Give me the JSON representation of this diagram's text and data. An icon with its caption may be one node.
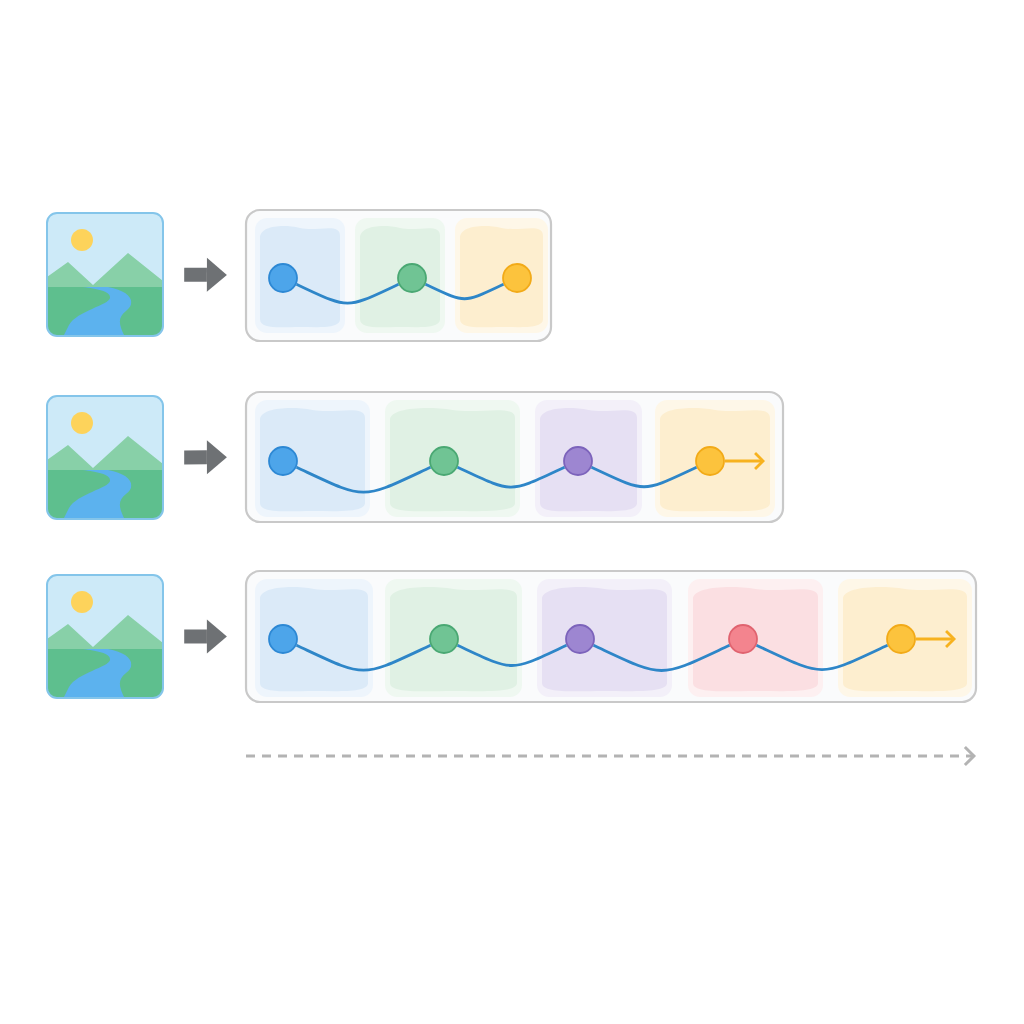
{
  "diagram": {
    "nodes": [
      {
        "text": [],
        "shape": "picture"
      },
      {
        "text": [],
        "shape": "box"
      },
      {
        "text": [],
        "shape": "box",
        "in": 1
      },
      {
        "text": [],
        "shape": "circle",
        "in": 2
      },
      {
        "text": [],
        "shape": "box",
        "in": 1
      },
      {
        "text": [],
        "shape": "circle",
        "in": 4
      },
      {
        "text": [],
        "shape": "box",
        "in": 1
      },
      {
        "text": [],
        "shape": "circle",
        "in": 6
      },
      {
        "text": [],
        "shape": "picture"
      },
      {
        "text": [],
        "shape": "box"
      },
      {
        "text": [],
        "shape": "box",
        "in": 9
      },
      {
        "text": [],
        "shape": "circle",
        "in": 10
      },
      {
        "text": [],
        "shape": "box",
        "in": 9
      },
      {
        "text": [],
        "shape": "circle",
        "in": 12
      },
      {
        "text": [],
        "shape": "box",
        "in": 9
      },
      {
        "text": [],
        "shape": "circle",
        "in": 14
      },
      {
        "text": [],
        "shape": "box",
        "in": 9
      },
      {
        "text": [],
        "shape": "circle",
        "in": 16
      },
      {
        "text": [],
        "shape": "picture"
      },
      {
        "text": [],
        "shape": "box"
      },
      {
        "text": [],
        "shape": "box",
        "in": 19
      },
      {
        "text": [],
        "shape": "circle",
        "in": 20
      },
      {
        "text": [],
        "shape": "box",
        "in": 19
      },
      {
        "text": [],
        "shape": "circle",
        "in": 22
      },
      {
        "text": [],
        "shape": "box",
        "in": 19
      },
      {
        "text": [],
        "shape": "circle",
        "in": 24
      },
      {
        "text": [],
        "shape": "box",
        "in": 19
      },
      {
        "text": [],
        "shape": "circle",
        "in": 26
      },
      {
        "text": [],
        "shape": "box",
        "in": 19
      },
      {
        "text": [],
        "shape": "circle",
        "in": 28
      }
    ],
    "edges": [
      {
        "from": 0,
        "to": 1,
        "arrow": "to",
        "style": "thick",
        "color": "#6e7174"
      },
      {
        "from": 3,
        "to": 5,
        "arrow": "none"
      },
      {
        "from": 5,
        "to": 7,
        "arrow": "none"
      },
      {
        "from": 8,
        "to": 9,
        "arrow": "to",
        "style": "thick",
        "color": "#6e7174"
      },
      {
        "from": 11,
        "to": 13,
        "arrow": "none"
      },
      {
        "from": 13,
        "to": 15,
        "arrow": "none"
      },
      {
        "from": 15,
        "to": 17,
        "arrow": "none"
      },
      {
        "from": 17,
        "to": null,
        "arrow": "to",
        "color": "#f7b21f"
      },
      {
        "from": 18,
        "to": 19,
        "arrow": "to",
        "style": "thick",
        "color": "#6e7174"
      },
      {
        "from": 21,
        "to": 23,
        "arrow": "none"
      },
      {
        "from": 23,
        "to": 25,
        "arrow": "none"
      },
      {
        "from": 25,
        "to": 27,
        "arrow": "none"
      },
      {
        "from": 27,
        "to": 29,
        "arrow": "none"
      },
      {
        "from": 29,
        "to": null,
        "arrow": "to",
        "color": "#f7b21f"
      }
    ]
  }
}
